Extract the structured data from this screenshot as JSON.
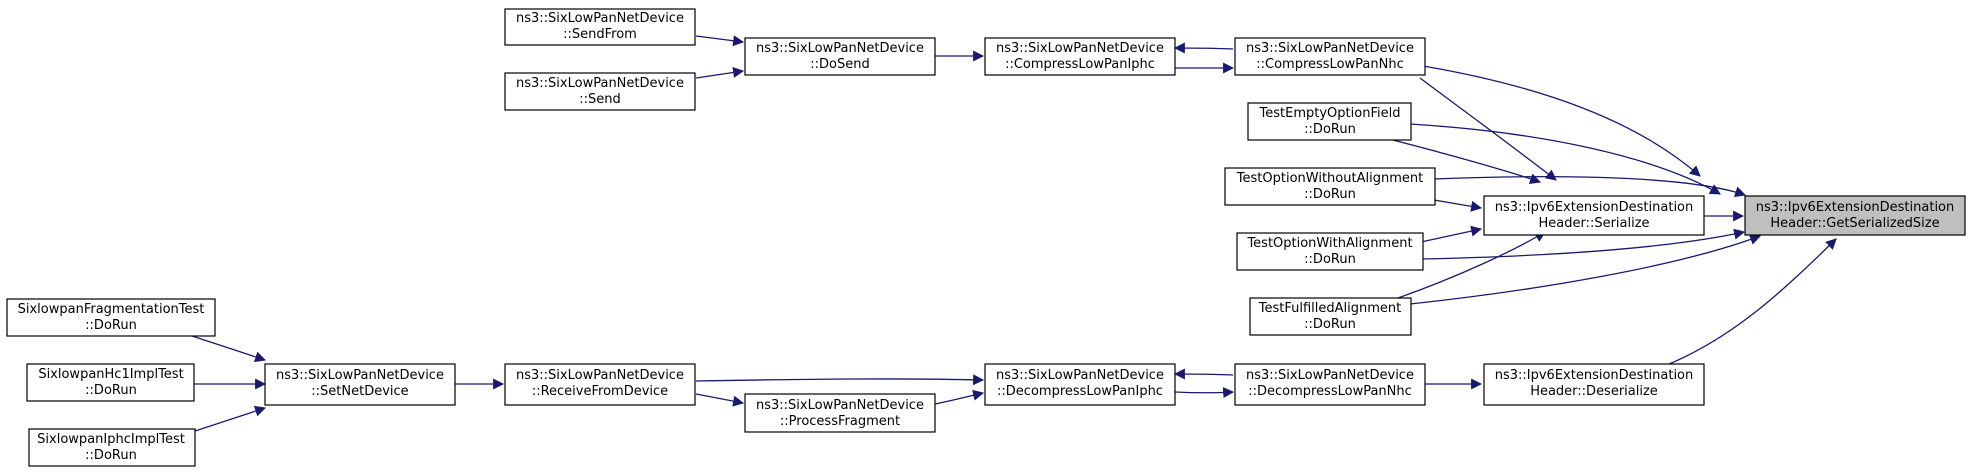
{
  "graph": {
    "nodes": {
      "sendfrom": [
        "ns3::SixLowPanNetDevice",
        "::SendFrom"
      ],
      "send": [
        "ns3::SixLowPanNetDevice",
        "::Send"
      ],
      "dosend": [
        "ns3::SixLowPanNetDevice",
        "::DoSend"
      ],
      "compressiphc": [
        "ns3::SixLowPanNetDevice",
        "::CompressLowPanIphc"
      ],
      "compressnhc": [
        "ns3::SixLowPanNetDevice",
        "::CompressLowPanNhc"
      ],
      "testempty": [
        "TestEmptyOptionField",
        "::DoRun"
      ],
      "testwithout": [
        "TestOptionWithoutAlignment",
        "::DoRun"
      ],
      "testwith": [
        "TestOptionWithAlignment",
        "::DoRun"
      ],
      "testfulfilled": [
        "TestFulfilledAlignment",
        "::DoRun"
      ],
      "serialize": [
        "ns3::Ipv6ExtensionDestination",
        "Header::Serialize"
      ],
      "getsize": [
        "ns3::Ipv6ExtensionDestination",
        "Header::GetSerializedSize"
      ],
      "fragtest": [
        "SixlowpanFragmentationTest",
        "::DoRun"
      ],
      "hc1test": [
        "SixlowpanHc1ImplTest",
        "::DoRun"
      ],
      "iphctest": [
        "SixlowpanIphcImplTest",
        "::DoRun"
      ],
      "setnetdevice": [
        "ns3::SixLowPanNetDevice",
        "::SetNetDevice"
      ],
      "receive": [
        "ns3::SixLowPanNetDevice",
        "::ReceiveFromDevice"
      ],
      "processfrag": [
        "ns3::SixLowPanNetDevice",
        "::ProcessFragment"
      ],
      "decompressiphc": [
        "ns3::SixLowPanNetDevice",
        "::DecompressLowPanIphc"
      ],
      "decompressnhc": [
        "ns3::SixLowPanNetDevice",
        "::DecompressLowPanNhc"
      ],
      "deserialize": [
        "ns3::Ipv6ExtensionDestination",
        "Header::Deserialize"
      ]
    },
    "focus_node": "getsize",
    "edges": [
      [
        "sendfrom",
        "dosend"
      ],
      [
        "send",
        "dosend"
      ],
      [
        "dosend",
        "compressiphc"
      ],
      [
        "compressnhc",
        "compressiphc"
      ],
      [
        "compressiphc",
        "compressnhc"
      ],
      [
        "compressnhc",
        "getsize"
      ],
      [
        "compressnhc",
        "serialize"
      ],
      [
        "testempty",
        "getsize"
      ],
      [
        "testempty",
        "serialize"
      ],
      [
        "testwithout",
        "getsize"
      ],
      [
        "testwithout",
        "serialize"
      ],
      [
        "testwith",
        "getsize"
      ],
      [
        "testwith",
        "serialize"
      ],
      [
        "testfulfilled",
        "getsize"
      ],
      [
        "testfulfilled",
        "serialize"
      ],
      [
        "serialize",
        "getsize"
      ],
      [
        "deserialize",
        "getsize"
      ],
      [
        "fragtest",
        "setnetdevice"
      ],
      [
        "hc1test",
        "setnetdevice"
      ],
      [
        "iphctest",
        "setnetdevice"
      ],
      [
        "setnetdevice",
        "receive"
      ],
      [
        "receive",
        "processfrag"
      ],
      [
        "receive",
        "decompressiphc"
      ],
      [
        "processfrag",
        "decompressiphc"
      ],
      [
        "decompressnhc",
        "decompressiphc"
      ],
      [
        "decompressiphc",
        "decompressnhc"
      ],
      [
        "decompressnhc",
        "deserialize"
      ]
    ],
    "colors": {
      "edge": "#191970",
      "node_border": "#000000",
      "node_fill": "#ffffff",
      "focus_fill": "#bfbfbf"
    }
  }
}
